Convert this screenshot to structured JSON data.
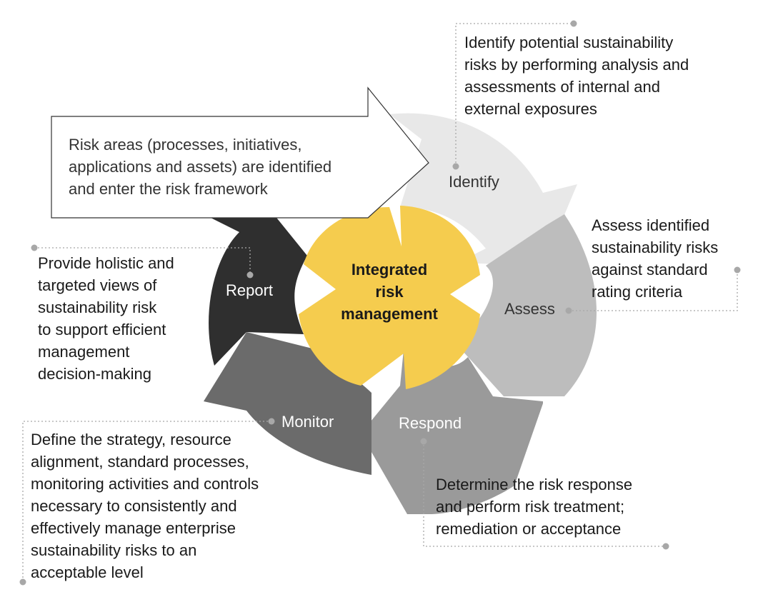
{
  "center": {
    "title_lines": [
      "Integrated",
      "risk",
      "management"
    ]
  },
  "stages": {
    "identify": "Identify",
    "assess": "Assess",
    "respond": "Respond",
    "monitor": "Monitor",
    "report": "Report"
  },
  "descriptions": {
    "entry": [
      "Risk areas (processes, initiatives,",
      "applications and assets) are identified",
      "and enter the risk framework"
    ],
    "identify": [
      "Identify potential sustainability",
      "risks by performing analysis and",
      "assessments of internal and",
      "external exposures"
    ],
    "assess": [
      "Assess identified",
      "sustainability risks",
      "against standard",
      "rating criteria"
    ],
    "respond": [
      "Determine the risk response",
      "and perform risk treatment;",
      "remediation or acceptance"
    ],
    "monitor": [
      "Define the strategy, resource",
      "alignment, standard processes,",
      "monitoring activities and controls",
      "necessary to consistently and",
      "effectively manage enterprise",
      "sustainability risks to an",
      "acceptable level"
    ],
    "report": [
      "Provide holistic and",
      "targeted views of",
      "sustainability risk",
      "to support efficient",
      "management",
      "decision-making"
    ]
  },
  "colors": {
    "center": "#F5CC4E",
    "identify": "#E8E8E8",
    "assess": "#BDBDBD",
    "respond": "#9A9A9A",
    "monitor": "#6B6B6B",
    "report": "#2F2F2F",
    "connector": "#A8A8A8",
    "entry_arrow_stroke": "#333333"
  }
}
